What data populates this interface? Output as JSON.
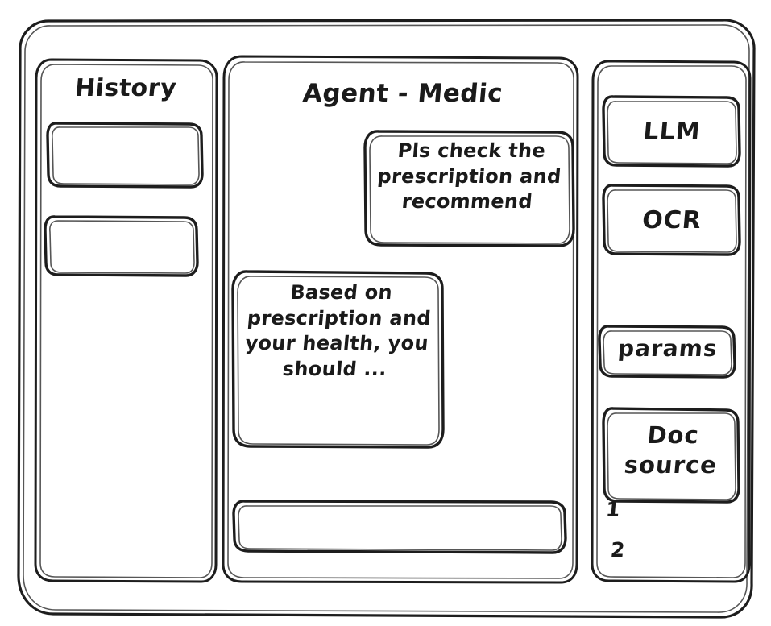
{
  "app": {
    "frame_label": "app-window",
    "background": "#ffffff",
    "ink_color": "#1d1d1d",
    "style": "hand-drawn-wireframe"
  },
  "sidebar_left": {
    "title": "History",
    "items": [
      {
        "label": "",
        "name": "history-item-1"
      },
      {
        "label": "",
        "name": "history-item-2"
      }
    ]
  },
  "main": {
    "title": "Agent - Medic",
    "messages": [
      {
        "role": "user",
        "text": "Pls check the\nprescription\nand recommend",
        "align": "right"
      },
      {
        "role": "assistant",
        "text": "Based on\nprescription\nand your\nhealth, you\nshould ...",
        "align": "left"
      }
    ],
    "composer": {
      "value": "",
      "placeholder": ""
    }
  },
  "sidebar_right": {
    "tools": [
      {
        "label": "LLM",
        "name": "tool-llm"
      },
      {
        "label": "OCR",
        "name": "tool-ocr"
      },
      {
        "label": "params",
        "name": "tool-params"
      },
      {
        "label": "Doc\nsource",
        "name": "tool-doc-source"
      }
    ],
    "doc_source_refs": [
      {
        "label": "1"
      },
      {
        "label": "2"
      }
    ]
  }
}
